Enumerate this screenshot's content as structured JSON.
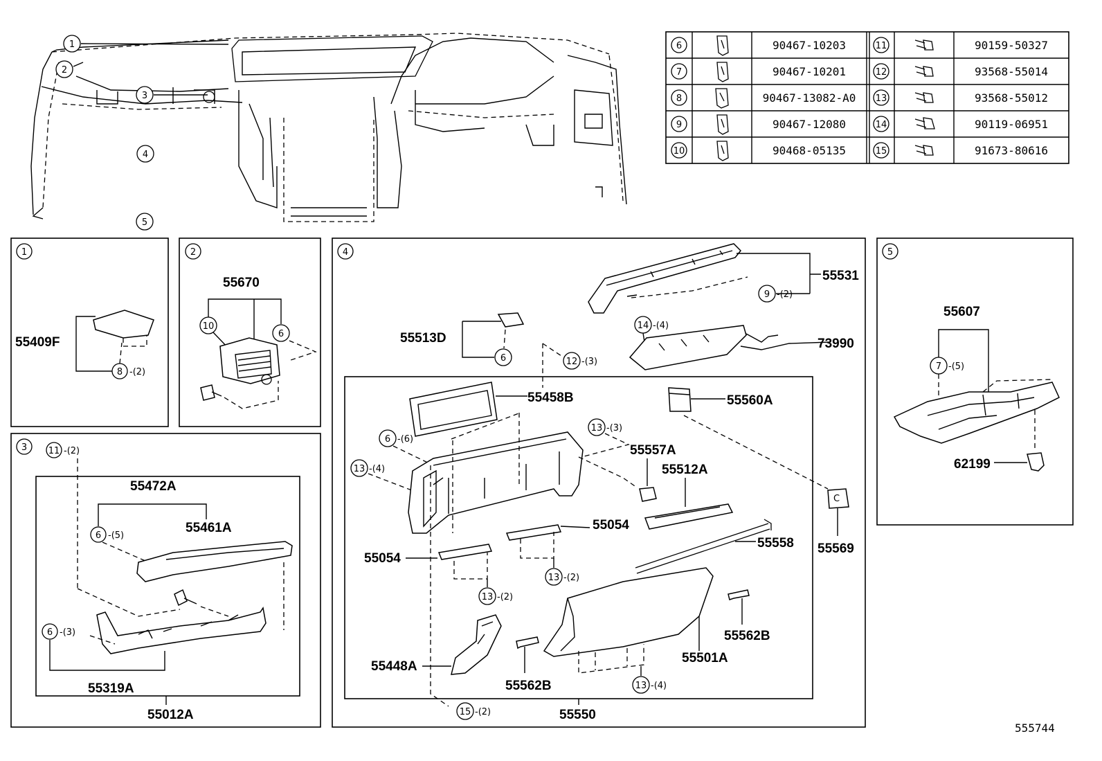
{
  "diagram_id": "555744",
  "callouts": {
    "c1": "1",
    "c2": "2",
    "c3": "3",
    "c4": "4",
    "c5": "5",
    "c6": "6",
    "c7": "7",
    "c8": "8",
    "c9": "9",
    "c10": "10",
    "c11": "11",
    "c12": "12",
    "c13": "13",
    "c14": "14",
    "c15": "15"
  },
  "fastener_table": [
    {
      "left_no": "6",
      "left_part": "90467-10203",
      "right_no": "11",
      "right_part": "90159-50327"
    },
    {
      "left_no": "7",
      "left_part": "90467-10201",
      "right_no": "12",
      "right_part": "93568-55014"
    },
    {
      "left_no": "8",
      "left_part": "90467-13082-A0",
      "right_no": "13",
      "right_part": "93568-55012"
    },
    {
      "left_no": "9",
      "left_part": "90467-12080",
      "right_no": "14",
      "right_part": "90119-06951"
    },
    {
      "left_no": "10",
      "left_part": "90468-05135",
      "right_no": "15",
      "right_part": "91673-80616"
    }
  ],
  "qty": {
    "q2": "-(2)",
    "q3": "-(3)",
    "q4": "-(4)",
    "q5": "-(5)",
    "q6": "-(6)"
  },
  "panel1": {
    "part": "55409F"
  },
  "panel2": {
    "part": "55670"
  },
  "panel3": {
    "p1": "55472A",
    "p2": "55461A",
    "p3": "55319A",
    "p4": "55012A"
  },
  "panel4": {
    "p55531": "55531",
    "p73990": "73990",
    "p55513D": "55513D",
    "p55458B": "55458B",
    "p55560A": "55560A",
    "p55557A": "55557A",
    "p55512A": "55512A",
    "p55054a": "55054",
    "p55054b": "55054",
    "p55558": "55558",
    "p55569": "55569",
    "p55562Ba": "55562B",
    "p55562Bb": "55562B",
    "p55448A": "55448A",
    "p55501A": "55501A",
    "p55550": "55550"
  },
  "panel5": {
    "p1": "55607",
    "p2": "62199"
  }
}
